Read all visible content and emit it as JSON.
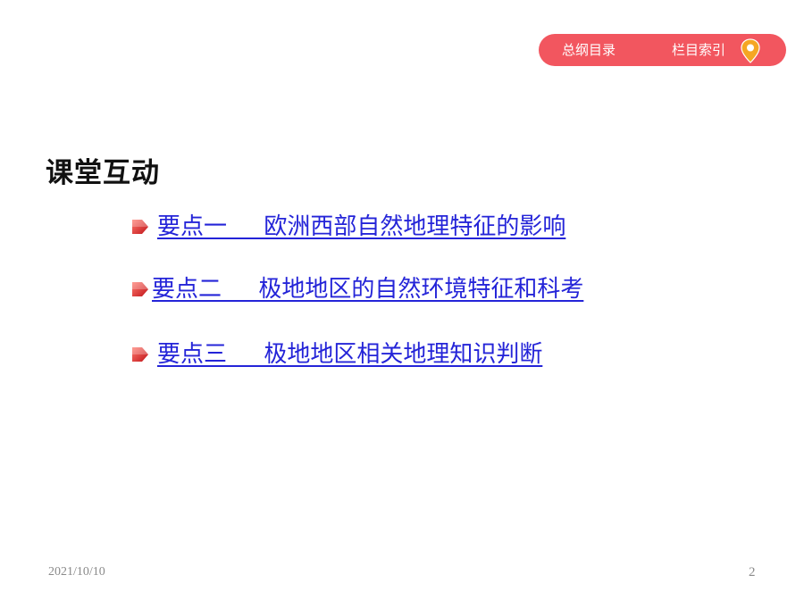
{
  "nav": {
    "toc_label": "总纲目录",
    "index_label": "栏目索引",
    "pin_icon": "location-pin-icon",
    "pill_color": "#f2565f",
    "pin_color": "#f5a623"
  },
  "title": "课堂互动",
  "points": [
    {
      "label": "要点一     欧洲西部自然地理特征的影响"
    },
    {
      "label": "要点二     极地地区的自然环境特征和科考"
    },
    {
      "label": "要点三     极地地区相关地理知识判断"
    }
  ],
  "bullet_icon": "red-arrow-bullet-icon",
  "link_color": "#2424d8",
  "footer": {
    "date": "2021/10/10",
    "page_number": "2"
  }
}
